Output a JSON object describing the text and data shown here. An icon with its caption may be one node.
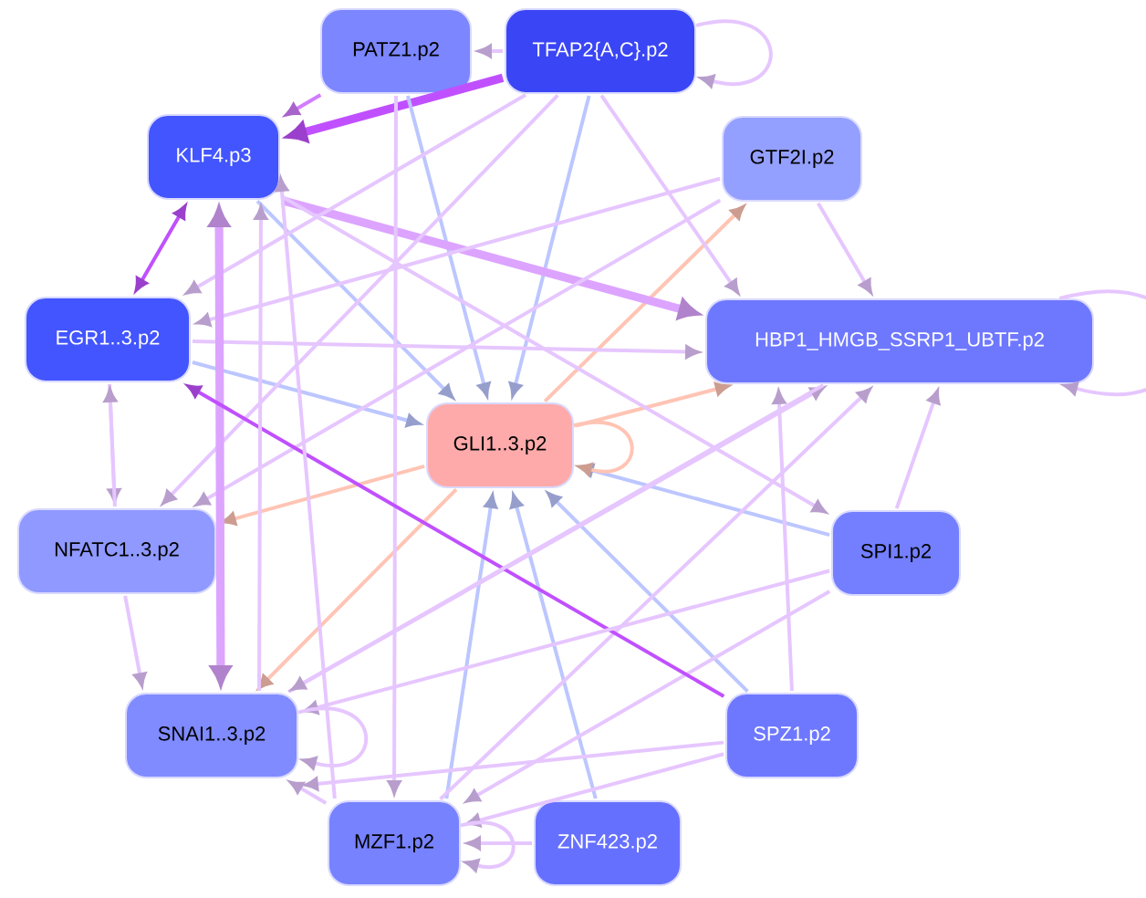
{
  "diagram": {
    "nodes": [
      {
        "text": [
          "PATZ1.p2"
        ]
      },
      {
        "text": [
          "TFAP2{A,C}.p2"
        ]
      },
      {
        "text": [
          "KLF4.p3"
        ]
      },
      {
        "text": [
          "GTF2I.p2"
        ]
      },
      {
        "text": [
          "EGR1..3.p2"
        ]
      },
      {
        "text": [
          "HBP1_HMGB_SSRP1_UBTF.p2"
        ]
      },
      {
        "text": [
          "GLI1..3.p2"
        ]
      },
      {
        "text": [
          "NFATC1..3.p2"
        ]
      },
      {
        "text": [
          "SPI1.p2"
        ]
      },
      {
        "text": [
          "SNAI1..3.p2"
        ]
      },
      {
        "text": [
          "SPZ1.p2"
        ]
      },
      {
        "text": [
          "MZF1.p2"
        ]
      },
      {
        "text": [
          "ZNF423.p2"
        ]
      }
    ],
    "edges": [
      {
        "from": 1,
        "to": 0,
        "arrow": "to"
      },
      {
        "from": 0,
        "to": 2,
        "arrow": "to",
        "color": "#d27cff"
      },
      {
        "from": 1,
        "to": 2,
        "arrow": "to",
        "style": "thick",
        "color": "#c050ff"
      },
      {
        "from": 4,
        "to": 2,
        "arrow": "both",
        "color": "#c050ff"
      },
      {
        "from": 1,
        "to": 1,
        "arrow": "to"
      },
      {
        "from": 0,
        "to": 6,
        "arrow": "to",
        "color": "#bcc6ff"
      },
      {
        "from": 1,
        "to": 6,
        "arrow": "to",
        "color": "#bcc6ff"
      },
      {
        "from": 2,
        "to": 6,
        "arrow": "to",
        "color": "#bcc6ff"
      },
      {
        "from": 4,
        "to": 6,
        "arrow": "to",
        "color": "#bcc6ff"
      },
      {
        "from": 8,
        "to": 6,
        "arrow": "to",
        "color": "#bcc6ff"
      },
      {
        "from": 10,
        "to": 6,
        "arrow": "to",
        "color": "#bcc6ff"
      },
      {
        "from": 11,
        "to": 6,
        "arrow": "to",
        "color": "#bcc6ff"
      },
      {
        "from": 12,
        "to": 6,
        "arrow": "to",
        "color": "#bcc6ff"
      },
      {
        "from": 6,
        "to": 3,
        "arrow": "to",
        "color": "#ffc4b4"
      },
      {
        "from": 6,
        "to": 5,
        "arrow": "to",
        "color": "#ffc4b4"
      },
      {
        "from": 6,
        "to": 7,
        "arrow": "to",
        "color": "#ffc4b4"
      },
      {
        "from": 6,
        "to": 9,
        "arrow": "to",
        "color": "#ffc4b4"
      },
      {
        "from": 6,
        "to": 6,
        "arrow": "to",
        "color": "#ffc4b4"
      },
      {
        "from": 1,
        "to": 5,
        "arrow": "to"
      },
      {
        "from": 3,
        "to": 5,
        "arrow": "to"
      },
      {
        "from": 2,
        "to": 5,
        "arrow": "to",
        "style": "thick",
        "color": "#dca4ff"
      },
      {
        "from": 4,
        "to": 5,
        "arrow": "to"
      },
      {
        "from": 8,
        "to": 5,
        "arrow": "to"
      },
      {
        "from": 10,
        "to": 5,
        "arrow": "to"
      },
      {
        "from": 9,
        "to": 5,
        "arrow": "to"
      },
      {
        "from": 11,
        "to": 5,
        "arrow": "to"
      },
      {
        "from": 5,
        "to": 5,
        "arrow": "to"
      },
      {
        "from": 3,
        "to": 4,
        "arrow": "to"
      },
      {
        "from": 3,
        "to": 7,
        "arrow": "to"
      },
      {
        "from": 1,
        "to": 4,
        "arrow": "to"
      },
      {
        "from": 1,
        "to": 7,
        "arrow": "to"
      },
      {
        "from": 0,
        "to": 11,
        "arrow": "to"
      },
      {
        "from": 2,
        "to": 9,
        "arrow": "both",
        "style": "thick",
        "color": "#dca4ff"
      },
      {
        "from": 4,
        "to": 7,
        "arrow": "to"
      },
      {
        "from": 7,
        "to": 9,
        "arrow": "to"
      },
      {
        "from": 11,
        "to": 9,
        "arrow": "to"
      },
      {
        "from": 12,
        "to": 11,
        "arrow": "to"
      },
      {
        "from": 10,
        "to": 11,
        "arrow": "to"
      },
      {
        "from": 8,
        "to": 11,
        "arrow": "to"
      },
      {
        "from": 10,
        "to": 4,
        "arrow": "to",
        "color": "#c050ff"
      },
      {
        "from": 8,
        "to": 9,
        "arrow": "to"
      },
      {
        "from": 10,
        "to": 9,
        "arrow": "to"
      },
      {
        "from": 5,
        "to": 9,
        "arrow": "to"
      },
      {
        "from": 2,
        "to": 8,
        "arrow": "to"
      },
      {
        "from": 11,
        "to": 2,
        "arrow": "to"
      },
      {
        "from": 9,
        "to": 2,
        "arrow": "to"
      },
      {
        "from": 7,
        "to": 4,
        "arrow": "to"
      },
      {
        "from": 9,
        "to": 9,
        "arrow": "to"
      },
      {
        "from": 11,
        "to": 11,
        "arrow": "to"
      }
    ]
  }
}
